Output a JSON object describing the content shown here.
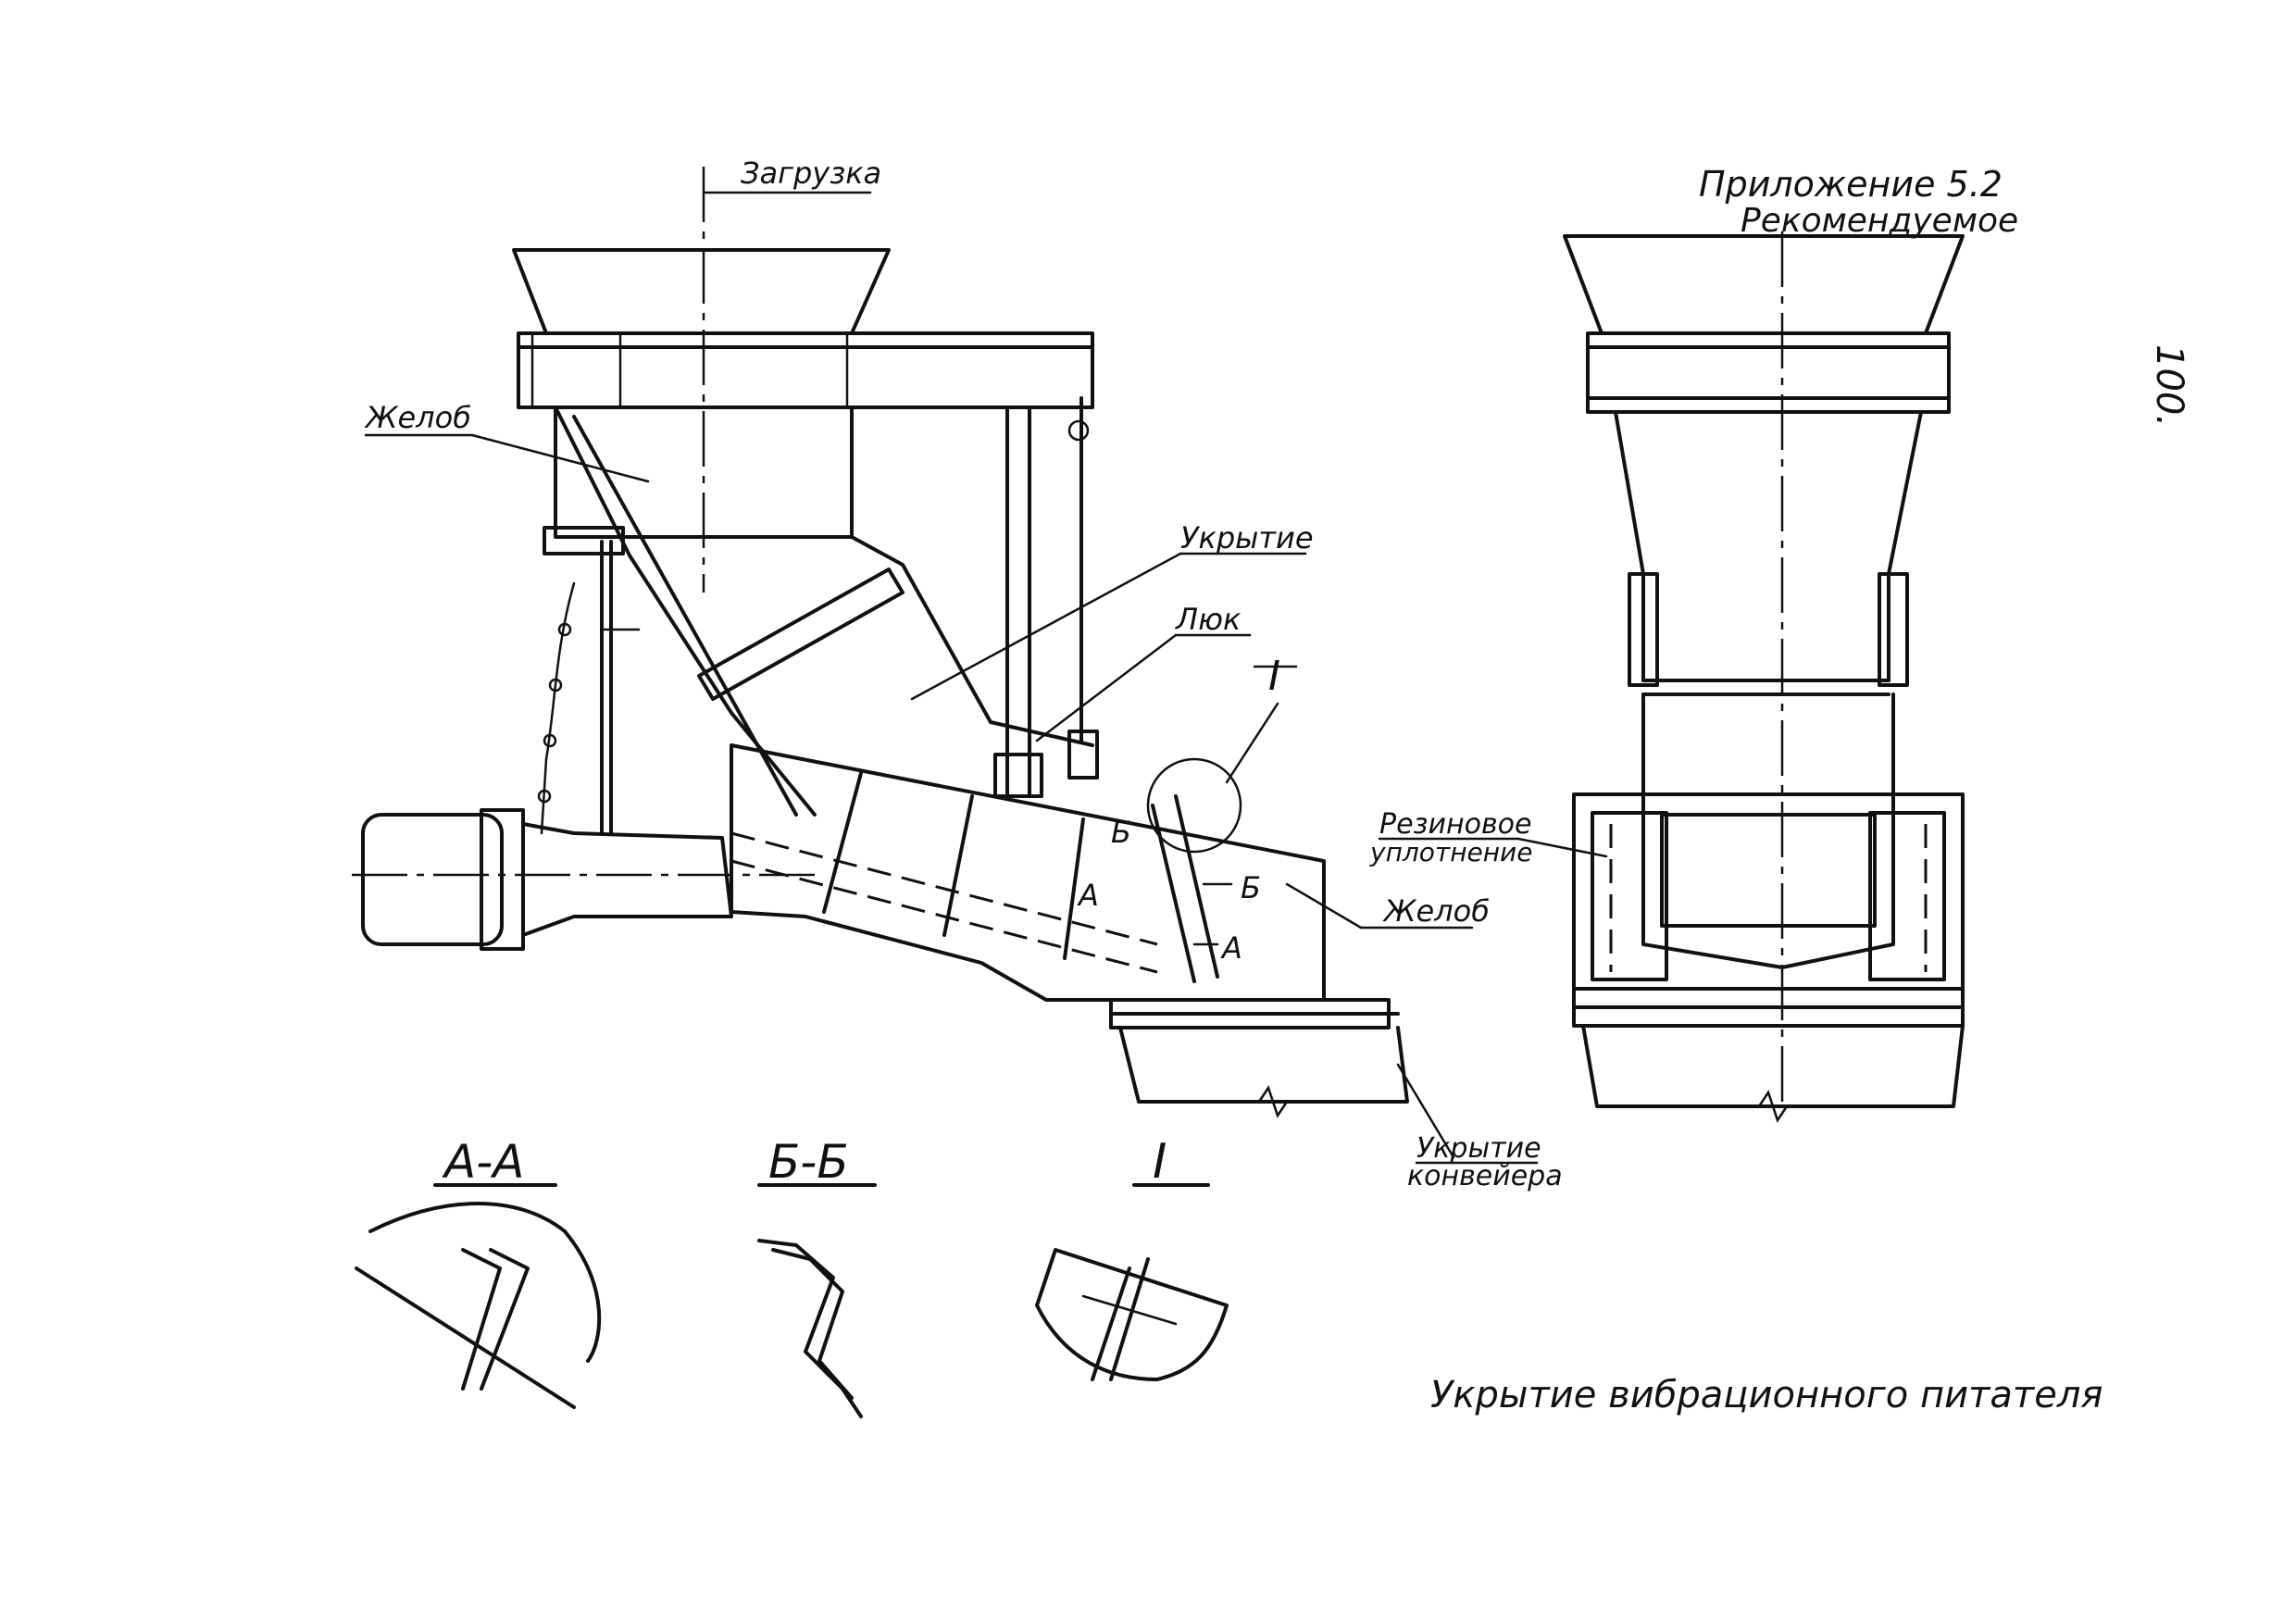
{
  "appendix": {
    "number": "Приложение 5.2",
    "status": "Рекомендуемое"
  },
  "page_number": "100.",
  "title": "Укрытие вибрационного питателя",
  "labels": {
    "loading": "Загрузка",
    "chute_top": "Желоб",
    "cover": "Укрытие",
    "hatch": "Люк",
    "detail_marker": "I",
    "chute_right": "Желоб",
    "rubber_seal_1": "Резиновое",
    "rubber_seal_2": "уплотнение",
    "conveyor_cover_1": "Укрытие",
    "conveyor_cover_2": "конвейера",
    "cut_b_top": "Б",
    "cut_b_bottom": "Б",
    "cut_a_top": "А",
    "cut_a_bottom": "А"
  },
  "sections": {
    "a_a": "А-А",
    "b_b": "Б-Б",
    "detail_i": "I"
  }
}
